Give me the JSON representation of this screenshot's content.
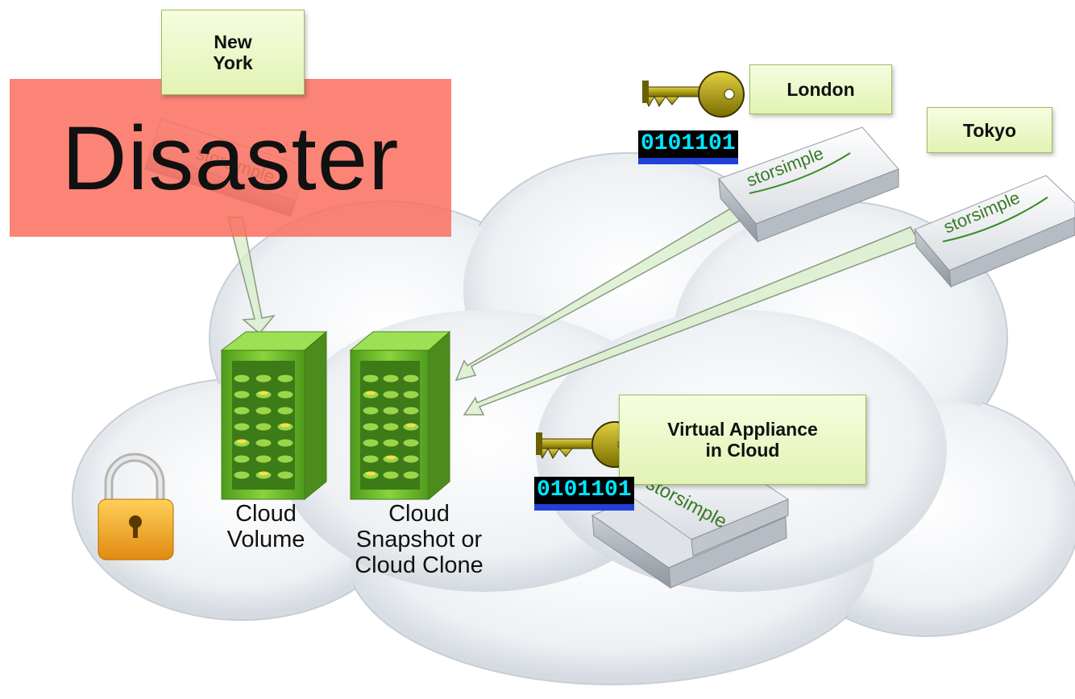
{
  "sites": {
    "new_york": "New\nYork",
    "london": "London",
    "tokyo": "Tokyo",
    "virtual": "Virtual Appliance\nin Cloud"
  },
  "banner": {
    "text": "Disaster"
  },
  "captions": {
    "volume": "Cloud\nVolume",
    "snapshot": "Cloud\nSnapshot or\nCloud Clone"
  },
  "binary_code": "0101101",
  "brand": "storsimple",
  "colors": {
    "banner": "#fa6e5f",
    "label_box": "#e2f3b4",
    "storage_green": "#6fbf2a",
    "key_gold": "#b8a400"
  },
  "icons": [
    "cloud",
    "padlock-icon",
    "key-icon",
    "storage-array-icon",
    "appliance-icon"
  ]
}
